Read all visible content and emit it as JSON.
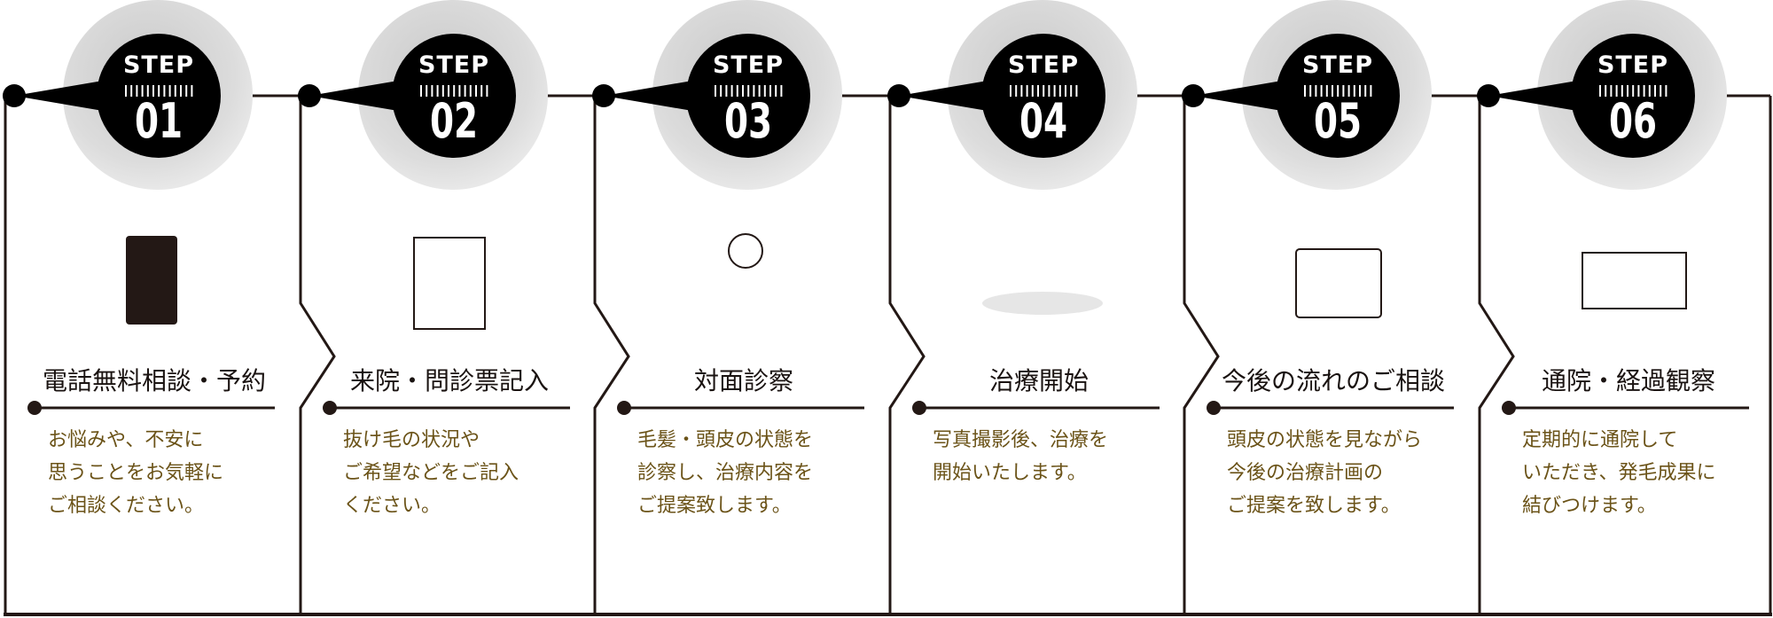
{
  "colors": {
    "line": "#231815",
    "body_text": "#6b5318",
    "badge": "#000000",
    "ring": "#d9d9d9"
  },
  "steps": [
    {
      "label": "STEP",
      "number": "01",
      "icon": "smartphone-icon",
      "title": "電話無料相談・予約",
      "body": [
        "お悩みや、不安に",
        "思うことをお気軽に",
        "ご相談ください。"
      ]
    },
    {
      "label": "STEP",
      "number": "02",
      "icon": "clipboard-checklist-icon",
      "title": "来院・問診票記入",
      "body": [
        "抜け毛の状況や",
        "ご希望などをご記入",
        "ください。"
      ]
    },
    {
      "label": "STEP",
      "number": "03",
      "icon": "person-icon",
      "title": "対面診察",
      "body": [
        "毛髪・頭皮の状態を",
        "診察し、治療内容を",
        "ご提案致します。"
      ]
    },
    {
      "label": "STEP",
      "number": "04",
      "icon": "needles-icon",
      "title": "治療開始",
      "body": [
        "写真撮影後、治療を",
        "開始いたします。"
      ]
    },
    {
      "label": "STEP",
      "number": "05",
      "icon": "calendar-icon",
      "title": "今後の流れのご相談",
      "body": [
        "頭皮の状態を見ながら",
        "今後の治療計画の",
        "ご提案を致します。"
      ]
    },
    {
      "label": "STEP",
      "number": "06",
      "icon": "clinic-building-icon",
      "title": "通院・経過観察",
      "body": [
        "定期的に通院して",
        "いただき、発毛成果に",
        "結びつけます。"
      ]
    }
  ]
}
